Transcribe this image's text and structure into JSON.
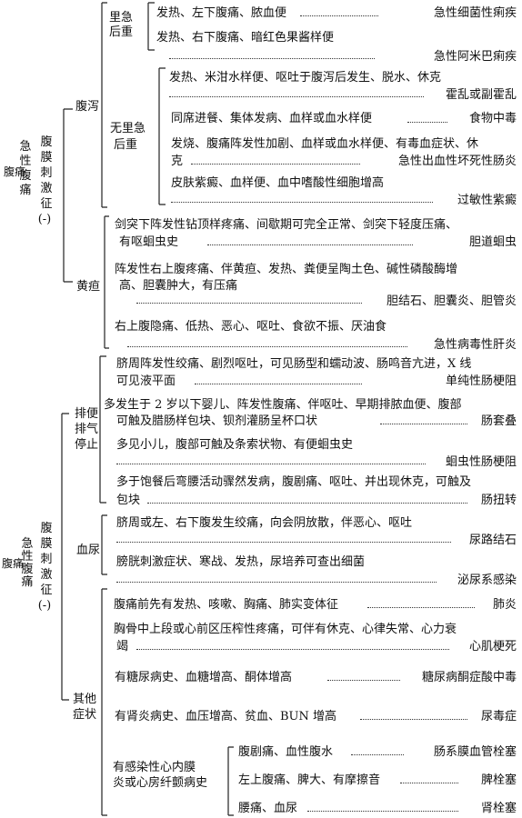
{
  "top": {
    "root": [
      "急",
      "性",
      "腹",
      "痛"
    ],
    "root_small": "腹痛",
    "class": [
      "腹",
      "膜",
      "刺",
      "激",
      "征",
      "(-)"
    ],
    "cat_diarrhea": "腹泻",
    "sub_tenesmus": [
      "里急",
      "后重"
    ],
    "sub_no_tenesmus": [
      "无里急",
      "后重"
    ],
    "cat_jaundice": "黄疸",
    "rows": {
      "r1": {
        "sym": "发热、左下腹痛、脓血便",
        "dx": "急性细菌性痢疾"
      },
      "r2": {
        "sym": "发热、右下腹痛、暗红色果酱样便",
        "dx": "急性阿米巴痢疾"
      },
      "r3": {
        "sym1": "发热、米泔水样便、呕吐于腹泻后发生、脱水、休克",
        "dx": "霍乱或副霍乱"
      },
      "r4": {
        "sym": "同席进餐、集体发病、血样或血水样便",
        "dx": "食物中毒"
      },
      "r5": {
        "sym1": "发烧、腹痛阵发性加剧、血样或血水样便、有毒血症状、休",
        "sym2": "克",
        "dx": "急性出血性坏死性肠炎"
      },
      "r6": {
        "sym1": "皮肤紫癜、血样便、血中嗜酸性细胞增高",
        "dx": "过敏性紫癜"
      },
      "r7": {
        "sym1": "剑突下阵发性钻顶样疼痛、间歇期可完全正常、剑突下轻度压痛、",
        "sym2": "有呕蛔虫史",
        "dx": "胆道蛔虫"
      },
      "r8": {
        "sym1": "阵发性右上腹疼痛、伴黄疸、发热、粪便呈陶土色、碱性磷酸酶增",
        "sym2": "高、胆囊肿大，有压痛",
        "dx": "胆结石、胆囊炎、胆管炎"
      },
      "r9": {
        "sym1": "右上腹隐痛、低热、恶心、呕吐、食欲不振、厌油食",
        "dx": "急性病毒性肝炎"
      }
    }
  },
  "bottom": {
    "root": [
      "急",
      "性",
      "腹",
      "痛"
    ],
    "root_small": "腹痛",
    "class": [
      "腹",
      "膜",
      "刺",
      "激",
      "征",
      "(-)"
    ],
    "cat_obstruct": [
      "排便",
      "排气",
      "停止"
    ],
    "cat_hematuria": "血尿",
    "cat_other": [
      "其他",
      "症状"
    ],
    "sub_endo": [
      "有感染性心内膜",
      "炎或心房纤颤病史"
    ],
    "rows": {
      "b1": {
        "sym1": "脐周阵发性绞痛、剧烈呕吐，可见肠型和蠕动波、肠鸣音亢进，X 线",
        "sym2": "可见液平面",
        "dx": "单纯性肠梗阻"
      },
      "b2": {
        "sym1": "多发生于 2 岁以下婴儿、阵发性腹痛、伴呕吐、早期排脓血便、腹部",
        "sym2": "可触及腊肠样包块、钡剂灌肠呈杯口状",
        "dx": "肠套叠"
      },
      "b3": {
        "sym1": "多见小儿，腹部可触及条索状物、有便蛔虫史",
        "dx": "蛔虫性肠梗阻"
      },
      "b4": {
        "sym1": "多于饱餐后弯腰活动骤然发病，腹剧痛、呕吐、并出现休克，可触及",
        "sym2": "包块",
        "dx": "肠扭转"
      },
      "b5": {
        "sym1": "脐周或左、右下腹发生绞痛，向会阴放散，伴恶心、呕吐",
        "dx": "尿路结石"
      },
      "b6": {
        "sym1": "膀胱刺激症状、寒战、发热，尿培养可查出细菌",
        "dx": "泌尿系感染"
      },
      "b7": {
        "sym1": "腹痛前先有发热、咳嗽、胸痛、肺实变体征",
        "dx": "肺炎"
      },
      "b8": {
        "sym1": "胸骨中上段或心前区压榨性疼痛，可伴有休克、心律失常、心力衰",
        "sym2": "竭",
        "dx": "心肌梗死"
      },
      "b9": {
        "sym1": "有糖尿病史、血糖增高、酮体增高",
        "dx": "糖尿病酮症酸中毒"
      },
      "b10": {
        "sym1": "有肾炎病史、血压增高、贫血、BUN 增高",
        "dx": "尿毒症"
      },
      "b11": {
        "sym1": "腹剧痛、血性腹水",
        "dx": "肠系膜血管栓塞"
      },
      "b12": {
        "sym1": "左上腹痛、脾大、有摩擦音",
        "dx": "脾栓塞"
      },
      "b13": {
        "sym1": "腰痛、血尿",
        "dx": "肾栓塞"
      }
    }
  }
}
